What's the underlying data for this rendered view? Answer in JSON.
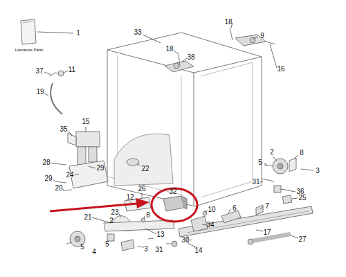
{
  "diagram": {
    "labels": [
      "1",
      "Literature Parts",
      "33",
      "18",
      "9",
      "18",
      "38",
      "16",
      "37",
      "11",
      "19",
      "15",
      "35",
      "2",
      "8",
      "28",
      "29",
      "24",
      "22",
      "5",
      "3",
      "29",
      "20",
      "26",
      "31",
      "36",
      "12",
      "25",
      "32",
      "23",
      "21",
      "10",
      "6",
      "7",
      "2",
      "8",
      "34",
      "17",
      "13",
      "27",
      "5",
      "3",
      "30",
      "14",
      "4",
      "5",
      "31"
    ]
  }
}
